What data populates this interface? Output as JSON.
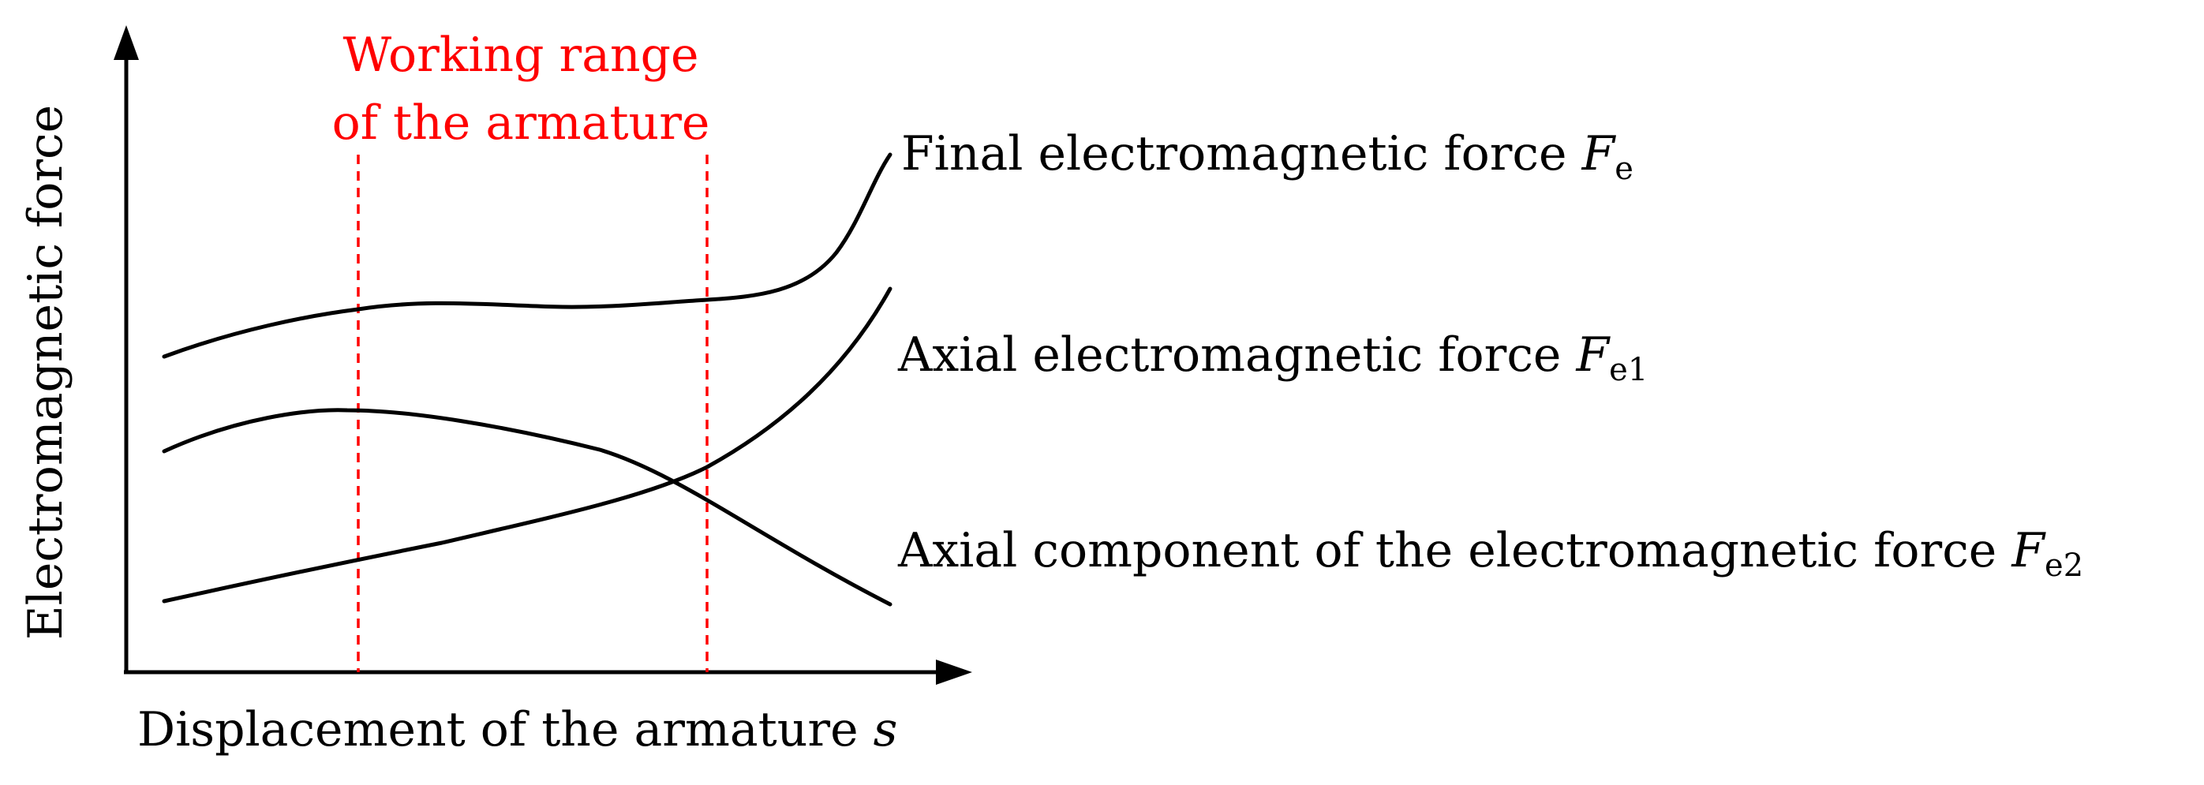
{
  "axes": {
    "y_label": "Electromagnetic force",
    "x_label": "Displacement of the armature ",
    "x_symbol": "s"
  },
  "working_range": {
    "line1": "Working range",
    "line2": "of the armature",
    "color": "#ff0000"
  },
  "curves": [
    {
      "id": "fe",
      "label": "Final electromagnetic force ",
      "symbol": "F",
      "subscript": "e"
    },
    {
      "id": "fe1",
      "label": "Axial electromagnetic force ",
      "symbol": "F",
      "subscript": "e1"
    },
    {
      "id": "fe2",
      "label": "Axial component of the electromagnetic force ",
      "symbol": "F",
      "subscript": "e2"
    }
  ]
}
